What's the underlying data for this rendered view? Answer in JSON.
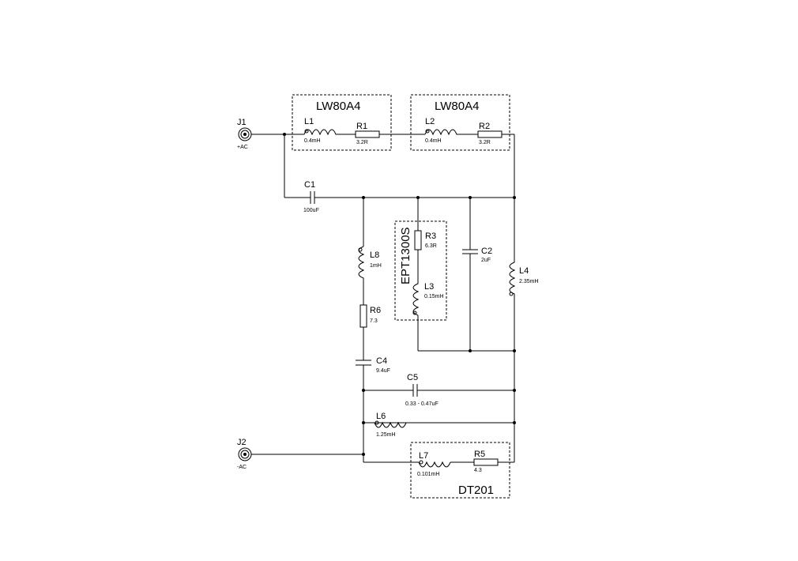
{
  "jacks": {
    "j1": {
      "ref": "J1",
      "label": "+AC"
    },
    "j2": {
      "ref": "J2",
      "label": "-AC"
    }
  },
  "modules": {
    "top_left": "LW80A4",
    "top_right": "LW80A4",
    "middle": "EPT1300S",
    "bottom": "DT201"
  },
  "components": {
    "L1": {
      "ref": "L1",
      "value": "0.4mH"
    },
    "R1": {
      "ref": "R1",
      "value": "3.2R"
    },
    "L2": {
      "ref": "L2",
      "value": "0.4mH"
    },
    "R2": {
      "ref": "R2",
      "value": "3.2R"
    },
    "C1": {
      "ref": "C1",
      "value": "100uF"
    },
    "R3": {
      "ref": "R3",
      "value": "6.3R"
    },
    "L3": {
      "ref": "L3",
      "value": "0.15mH"
    },
    "C2": {
      "ref": "C2",
      "value": "2uF"
    },
    "L4": {
      "ref": "L4",
      "value": "2.35mH"
    },
    "L8": {
      "ref": "L8",
      "value": "1mH"
    },
    "R6": {
      "ref": "R6",
      "value": "7.3"
    },
    "C4": {
      "ref": "C4",
      "value": "9.4uF"
    },
    "C5": {
      "ref": "C5",
      "value": "0.33 - 0.47uF"
    },
    "L6": {
      "ref": "L6",
      "value": "1.25mH"
    },
    "L7": {
      "ref": "L7",
      "value": "0.101mH"
    },
    "R5": {
      "ref": "R5",
      "value": "4.3"
    }
  }
}
